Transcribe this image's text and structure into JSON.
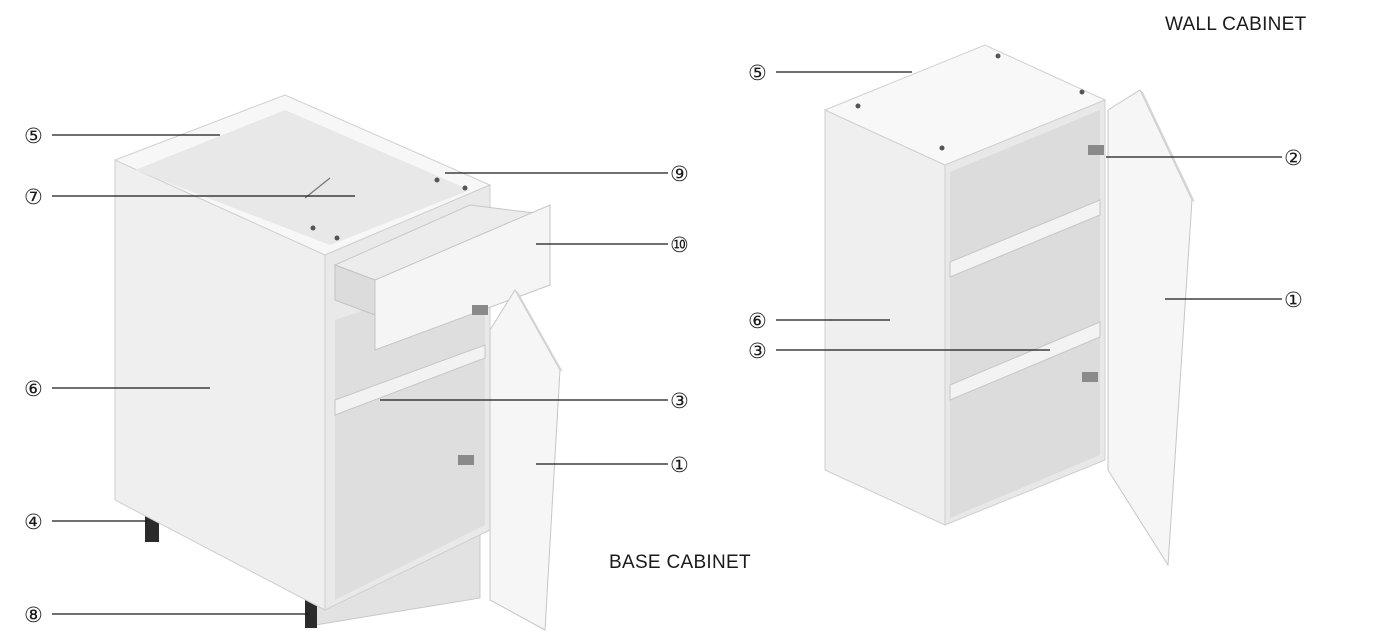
{
  "captions": {
    "wall": "WALL CABINET",
    "base": "BASE CABINET"
  },
  "callouts": {
    "base": [
      {
        "id": "base-5",
        "label": "⑤"
      },
      {
        "id": "base-7",
        "label": "⑦"
      },
      {
        "id": "base-9",
        "label": "⑨"
      },
      {
        "id": "base-10",
        "label": "⑩"
      },
      {
        "id": "base-6",
        "label": "⑥"
      },
      {
        "id": "base-3",
        "label": "③"
      },
      {
        "id": "base-1",
        "label": "①"
      },
      {
        "id": "base-4",
        "label": "④"
      },
      {
        "id": "base-8",
        "label": "⑧"
      }
    ],
    "wall": [
      {
        "id": "wall-5",
        "label": "⑤"
      },
      {
        "id": "wall-2",
        "label": "②"
      },
      {
        "id": "wall-1",
        "label": "①"
      },
      {
        "id": "wall-6",
        "label": "⑥"
      },
      {
        "id": "wall-3",
        "label": "③"
      }
    ]
  },
  "colors": {
    "panel_light": "#f3f3f3",
    "panel_mid": "#e6e6e6",
    "panel_dark": "#d4d4d4",
    "edge": "#bdbdbd",
    "leader": "#1a1a1a",
    "hinge": "#8a8a8a",
    "leg": "#2b2b2b"
  }
}
